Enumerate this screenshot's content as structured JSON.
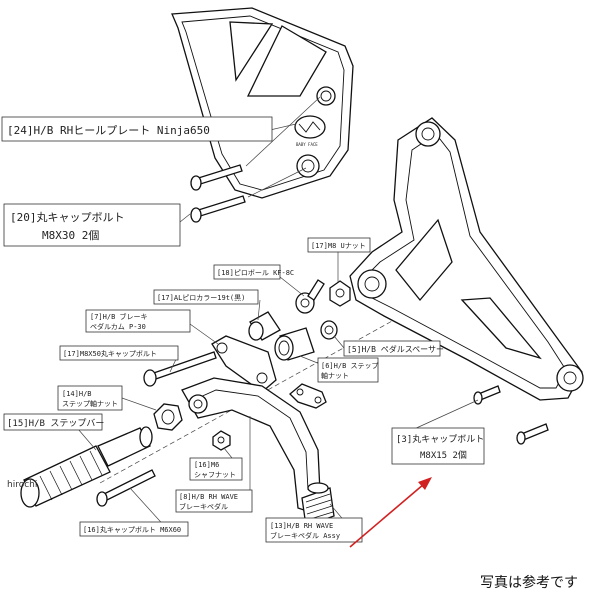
{
  "labels": {
    "l24": "[24]H/B RHヒールプレート Ninja650",
    "l20a": "[20]丸キャップボルト",
    "l20b": "M8X30 2個",
    "l17u": "[17]M8 Uナット",
    "l18": "[18]ピロボール KF-8C",
    "l17c": "[17]ALピロカラー19t(黒)",
    "l7a": "[7]H/B ブレーキ",
    "l7b": "ペダルカム P-30",
    "l17b": "[17]M8X50丸キャップボルト",
    "l5": "[5]H/B ペダルスペーサー",
    "l6a": "[6]H/B ステップ",
    "l6b": "軸ナット",
    "l14a": "[14]H/B",
    "l14b": "ステップ軸ナット",
    "l15": "[15]H/B ステップバー",
    "l16a": "[16]M6",
    "l16b": "シャフナット",
    "l8a": "[8]H/B RH WAVE",
    "l8b": "ブレーキペダル",
    "l3a": "[3]丸キャップボルト",
    "l3b": "M8X15 2個",
    "l13a": "[13]H/B RH WAVE",
    "l13b": "ブレーキペダル Assy",
    "l16m": "[16]丸キャップボルト M6X60",
    "logo": "BABY FACE"
  },
  "caption": "写真は参考です",
  "watermark": "hirochi",
  "colors": {
    "arrow": "#d22020",
    "line": "#111111"
  }
}
